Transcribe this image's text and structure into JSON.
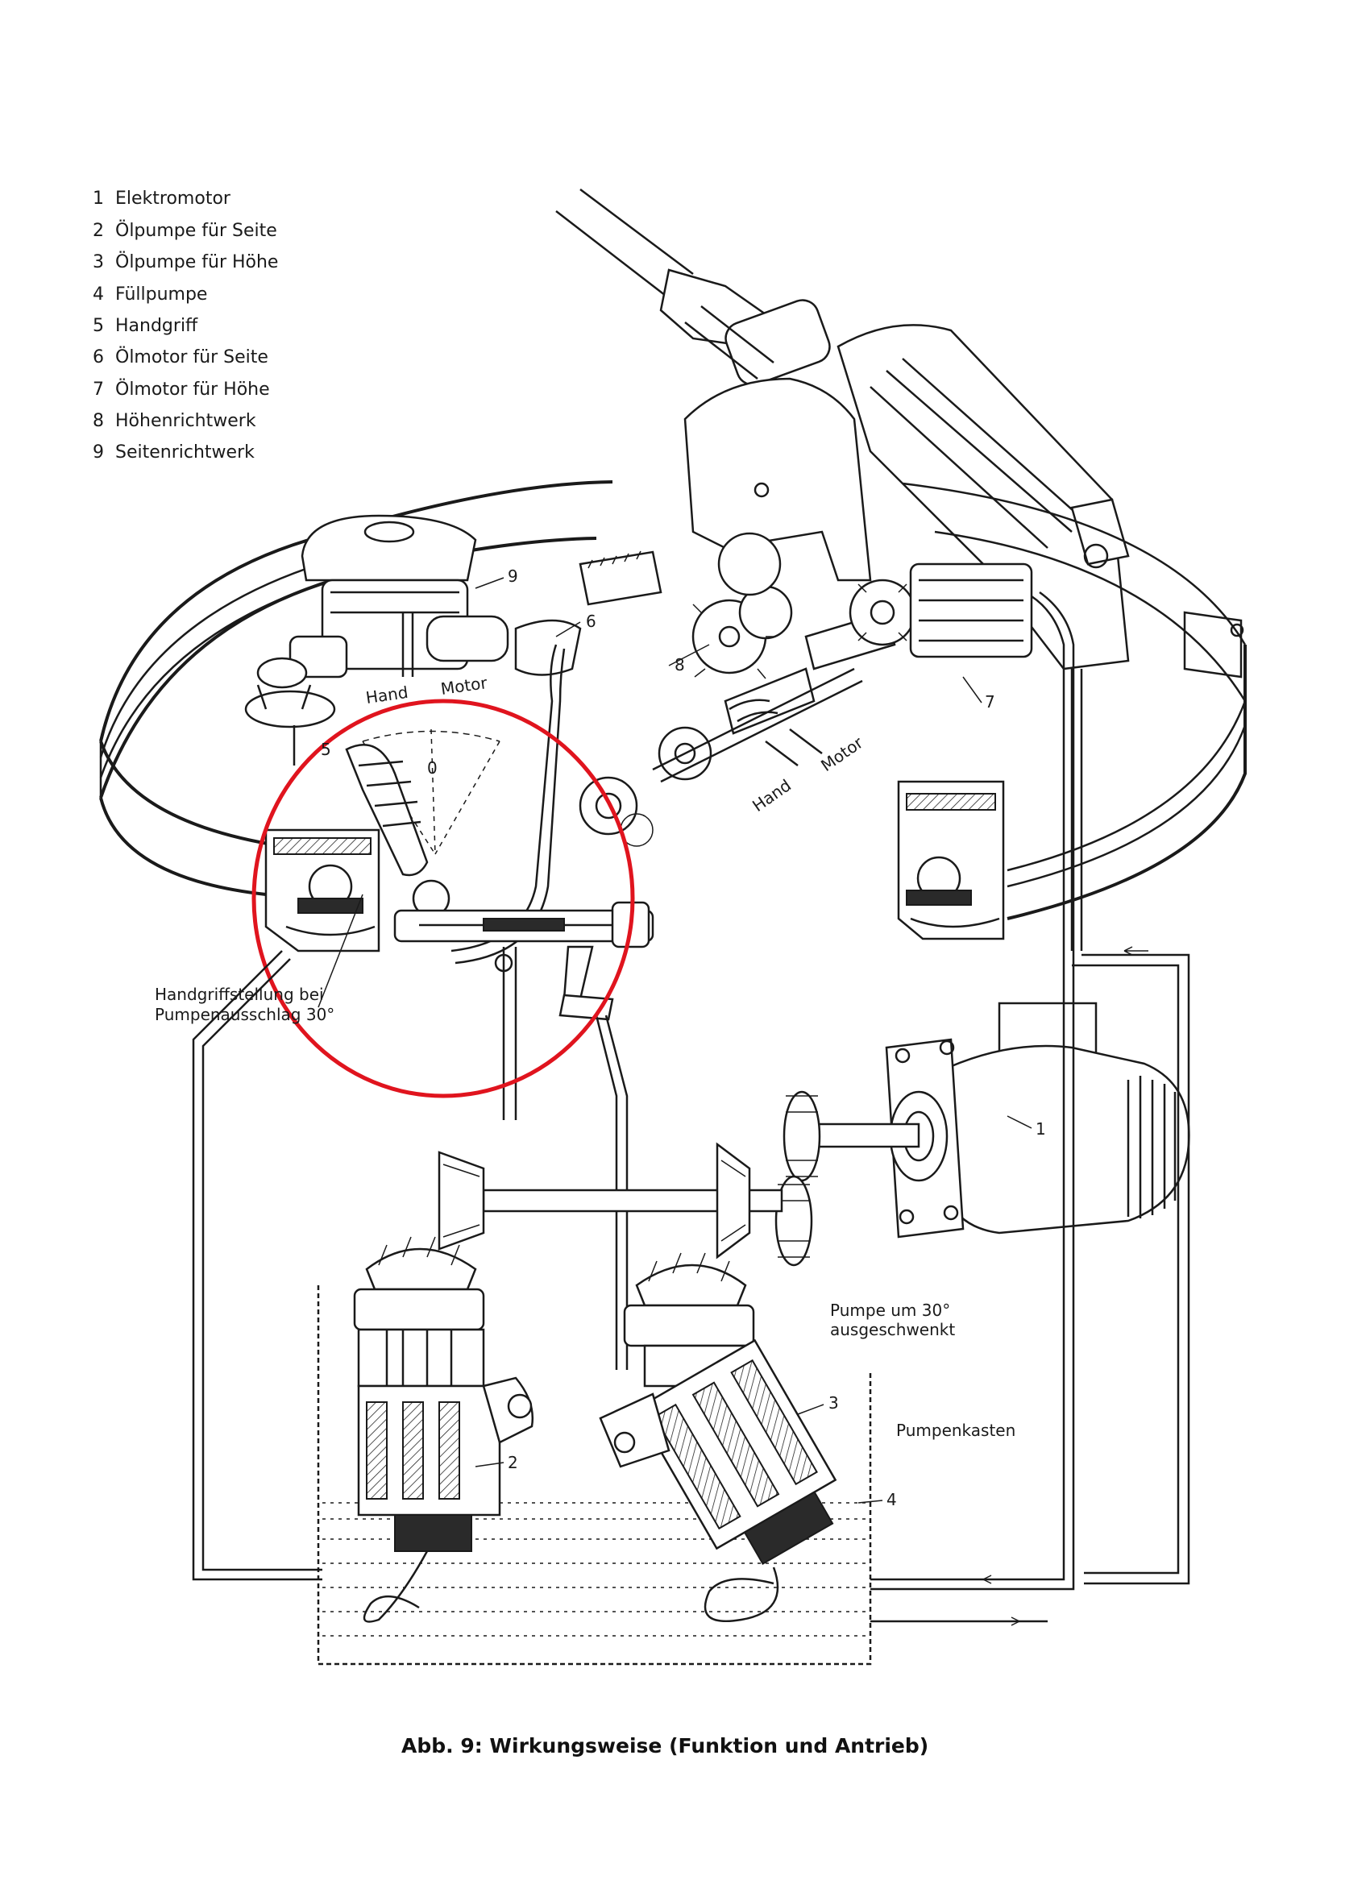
{
  "legend": {
    "items": [
      {
        "number": "1",
        "label": "Elektromotor"
      },
      {
        "number": "2",
        "label": "Ölpumpe für Seite"
      },
      {
        "number": "3",
        "label": "Ölpumpe für Höhe"
      },
      {
        "number": "4",
        "label": "Füllpumpe"
      },
      {
        "number": "5",
        "label": "Handgriff"
      },
      {
        "number": "6",
        "label": "Ölmotor für Seite"
      },
      {
        "number": "7",
        "label": "Ölmotor für Höhe"
      },
      {
        "number": "8",
        "label": "Höhenrichtwerk"
      },
      {
        "number": "9",
        "label": "Seitenrichtwerk"
      }
    ]
  },
  "labels": {
    "n1": "1",
    "n2": "2",
    "n3": "3",
    "n4": "4",
    "n5": "5",
    "n6": "6",
    "n7": "7",
    "n8": "8",
    "n9": "9",
    "n0": "0",
    "hand_left": "Hand",
    "motor_left": "Motor",
    "hand_right": "Hand",
    "motor_right": "Motor",
    "handgriff_line1": "Handgriffstellung bei",
    "handgriff_line2": "Pumpenausschlag 30°",
    "pumpe_line1": "Pumpe um 30°",
    "pumpe_line2": "ausgeschwenkt",
    "pumpenkasten": "Pumpenkasten"
  },
  "caption": "Abb. 9: Wirkungsweise (Funktion und Antrieb)",
  "colors": {
    "highlight_circle": "#e0141e",
    "ink": "#1a1a1a"
  }
}
